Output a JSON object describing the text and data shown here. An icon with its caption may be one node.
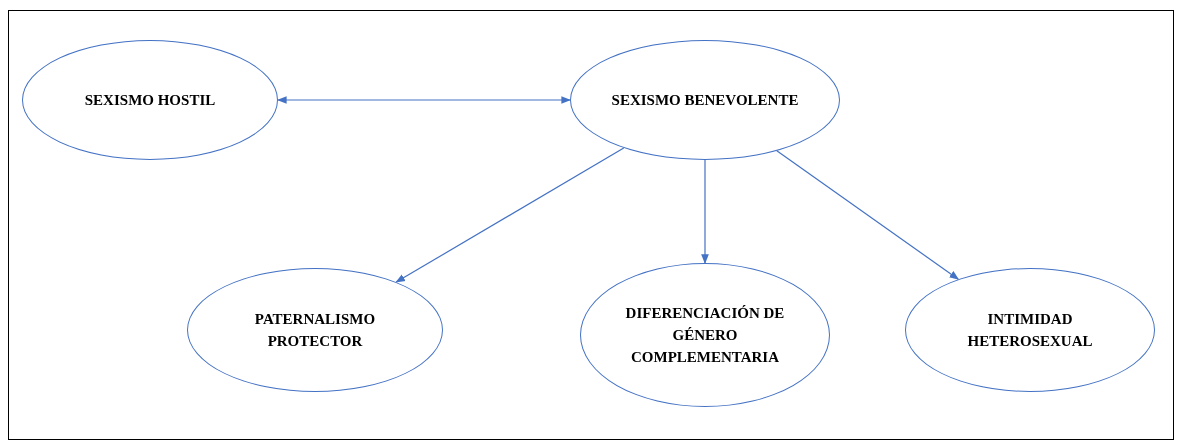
{
  "diagram": {
    "nodes": [
      {
        "text": [
          "SEXISMO HOSTIL"
        ]
      },
      {
        "text": [
          "SEXISMO BENEVOLENTE"
        ]
      },
      {
        "text": [
          "PATERNALISMO PROTECTOR"
        ]
      },
      {
        "text": [
          "DIFERENCIACIÓN DE GÉNERO COMPLEMENTARIA"
        ]
      },
      {
        "text": [
          "INTIMIDAD HETEROSEXUAL"
        ]
      }
    ],
    "edges": [
      {
        "from": 0,
        "to": 1,
        "arrow": "both"
      },
      {
        "from": 1,
        "to": 2,
        "arrow": "to"
      },
      {
        "from": 1,
        "to": 3,
        "arrow": "to"
      },
      {
        "from": 1,
        "to": 4,
        "arrow": "to"
      }
    ]
  }
}
